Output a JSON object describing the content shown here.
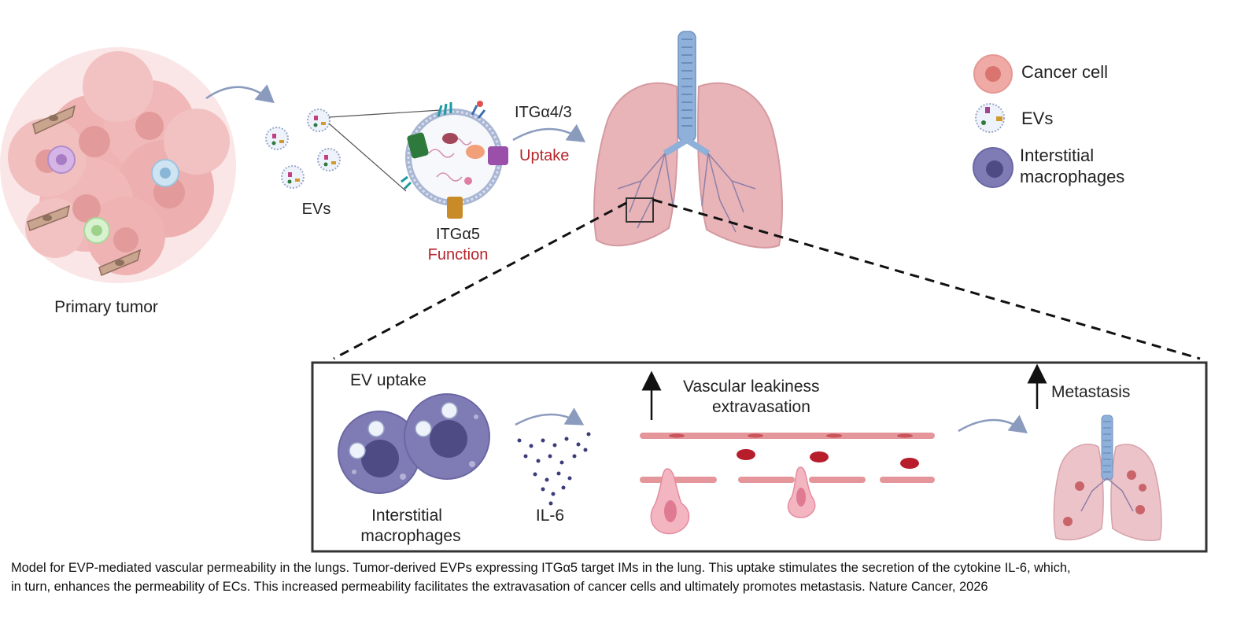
{
  "diagram": {
    "primary_tumor": "Primary tumor",
    "evs": "EVs",
    "itga43": "ITGα4/3",
    "uptake": "Uptake",
    "itga5": "ITGα5",
    "function": "Function",
    "legend": {
      "cancer_cell": "Cancer cell",
      "evs": "EVs",
      "im_line1": "Interstitial",
      "im_line2": "macrophages"
    },
    "inset": {
      "ev_uptake": "EV uptake",
      "im_line1": "Interstitial",
      "im_line2": "macrophages",
      "il6": "IL-6",
      "leak_line1": "Vascular leakiness",
      "leak_line2": "extravasation",
      "metastasis": "Metastasis"
    }
  },
  "caption": {
    "line1": "Model for EVP-mediated vascular permeability in the lungs. Tumor-derived EVPs expressing ITGα5 target IMs in the lung. This uptake stimulates the secretion of the cytokine IL-6, which,",
    "line2": "in turn, enhances the permeability of ECs. This increased permeability facilitates the extravasation of cancer cells and ultimately promotes metastasis. Nature Cancer, 2026"
  },
  "colors": {
    "tumor": "#efb3b3",
    "macrophage": "#7f7bb5",
    "lung": "#e8b4b8",
    "trachea": "#8fb0d8",
    "accent_red": "#b5252b",
    "arrow": "#8a9bbd"
  }
}
